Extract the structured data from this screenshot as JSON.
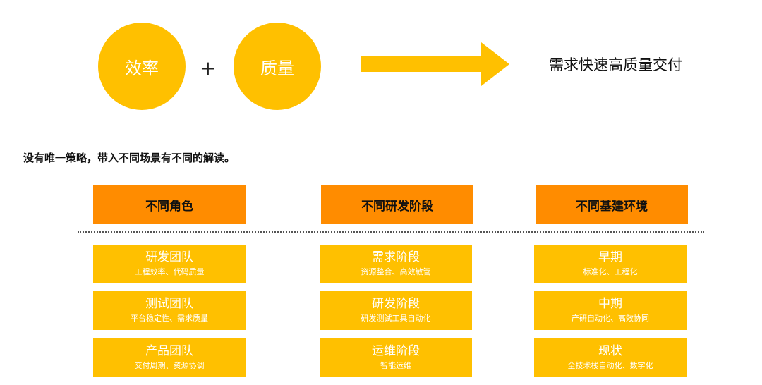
{
  "top": {
    "circle1": "效率",
    "plus": "+",
    "circle2": "质量",
    "result": "需求快速高质量交付"
  },
  "subtitle": "没有唯一策略，带入不同场景有不同的解读。",
  "columns": [
    {
      "header": "不同角色",
      "cards": [
        {
          "title": "研发团队",
          "desc": "工程效率、代码质量"
        },
        {
          "title": "测试团队",
          "desc": "平台稳定性、需求质量"
        },
        {
          "title": "产品团队",
          "desc": "交付周期、资源协调"
        }
      ]
    },
    {
      "header": "不同研发阶段",
      "cards": [
        {
          "title": "需求阶段",
          "desc": "资源整合、高效敏管"
        },
        {
          "title": "研发阶段",
          "desc": "研发测试工具自动化"
        },
        {
          "title": "运维阶段",
          "desc": "智能运维"
        }
      ]
    },
    {
      "header": "不同基建环境",
      "cards": [
        {
          "title": "早期",
          "desc": "标准化、工程化"
        },
        {
          "title": "中期",
          "desc": "产研自动化、高效协同"
        },
        {
          "title": "现状",
          "desc": "全技术栈自动化、数字化"
        }
      ]
    }
  ],
  "colors": {
    "circle": "#ffc000",
    "header": "#ff8c00",
    "card": "#ffc000",
    "arrow": "#ffc000"
  }
}
